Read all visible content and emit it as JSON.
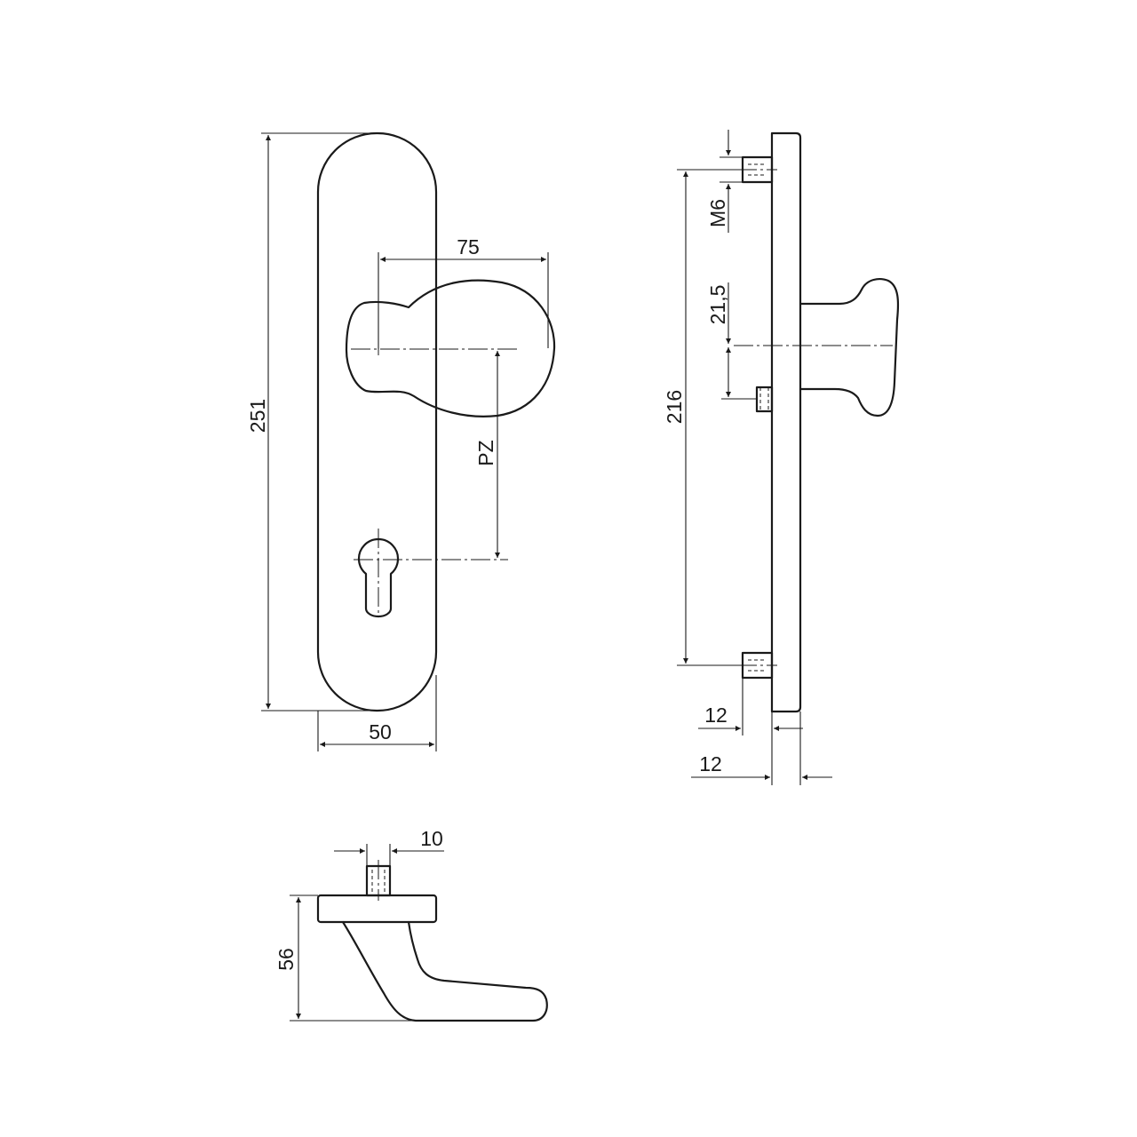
{
  "drawing": {
    "front_view": {
      "plate_height": "251",
      "plate_width": "50",
      "knob_projection": "75",
      "backset_label": "PZ"
    },
    "side_view": {
      "screw_thread": "M6",
      "screw_centers": "216",
      "knob_offset": "21,5",
      "plate_thickness": "12",
      "stud_length": "12"
    },
    "bottom_view": {
      "stud_width": "10",
      "handle_depth": "56"
    }
  }
}
